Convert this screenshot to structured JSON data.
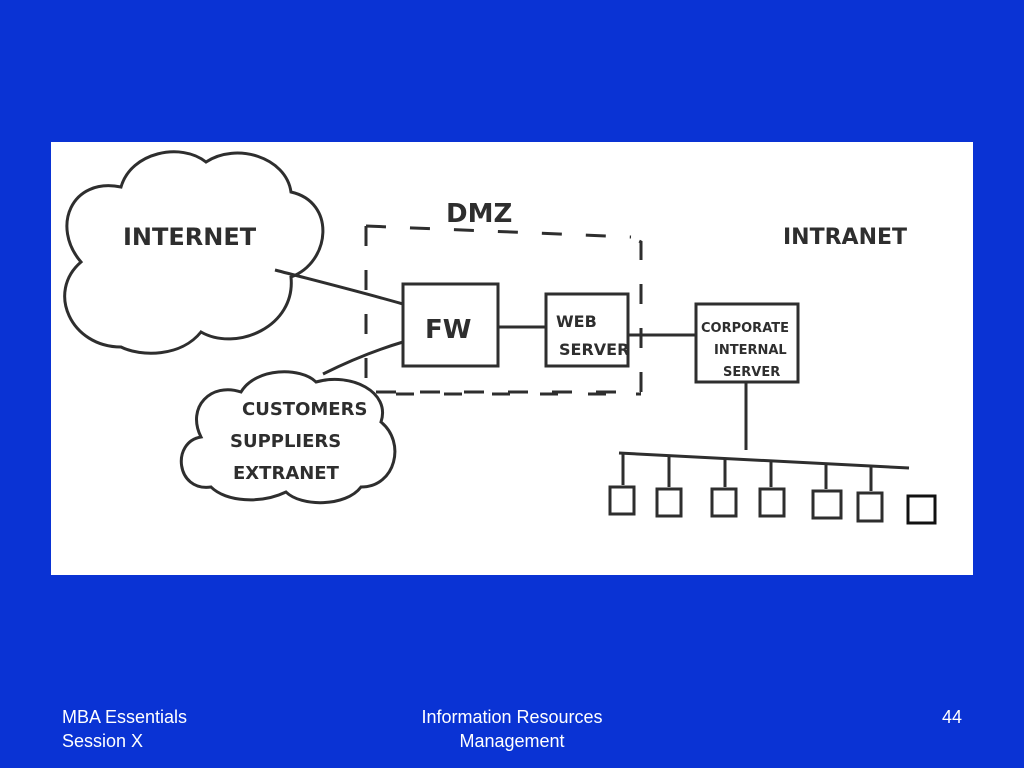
{
  "diagram": {
    "labels": {
      "internet": "INTERNET",
      "dmz": "DMZ",
      "intranet": "INTRANET",
      "firewall": "FW",
      "web_server_line1": "WEB",
      "web_server_line2": "SERVER",
      "corporate_line1": "CORPORATE",
      "corporate_line2": "INTERNAL",
      "corporate_line3": "SERVER",
      "extranet_line1": "CUSTOMERS",
      "extranet_line2": "SUPPLIERS",
      "extranet_line3": "EXTRANET"
    }
  },
  "footer": {
    "left_line1": "MBA Essentials",
    "left_line2": "Session X",
    "center_line1": "Information Resources",
    "center_line2": "Management",
    "page_number": "44"
  },
  "colors": {
    "background": "#0a33d4",
    "panel": "#ffffff",
    "ink": "#2e2e2e"
  }
}
